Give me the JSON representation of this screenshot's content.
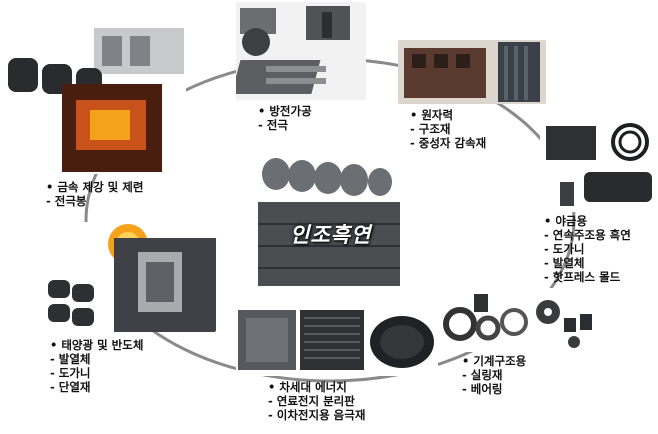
{
  "center": {
    "title": "인조흑연"
  },
  "applications": [
    {
      "id": "edm",
      "lines": [
        "• 방전가공",
        "- 전극"
      ]
    },
    {
      "id": "nuclear",
      "lines": [
        "• 원자력",
        "- 구조재",
        "- 중성자 감속재"
      ]
    },
    {
      "id": "metallurgy",
      "lines": [
        "• 야금용",
        "- 연속주조용 흑연",
        "- 도가니",
        "- 발열체",
        "- 핫프레스 몰드"
      ]
    },
    {
      "id": "mechanical",
      "lines": [
        "• 기계구조용",
        "- 실링재",
        "- 베어링"
      ]
    },
    {
      "id": "energy",
      "lines": [
        "• 차세대 에너지",
        "- 연료전지 분리판",
        "- 이차전지용 음극재"
      ]
    },
    {
      "id": "solar",
      "lines": [
        "• 태양광 및 반도체",
        "- 발열체",
        "- 도가니",
        "- 단열재"
      ]
    },
    {
      "id": "steel",
      "lines": [
        "• 금속 제강 및 제련",
        "- 전극봉"
      ]
    }
  ],
  "colors": {
    "ring": "#8a8a8a",
    "graphite_dark": "#2e2e30",
    "graphite_mid": "#55575b",
    "furnace": "#c8521a",
    "glow": "#f4a21b"
  }
}
